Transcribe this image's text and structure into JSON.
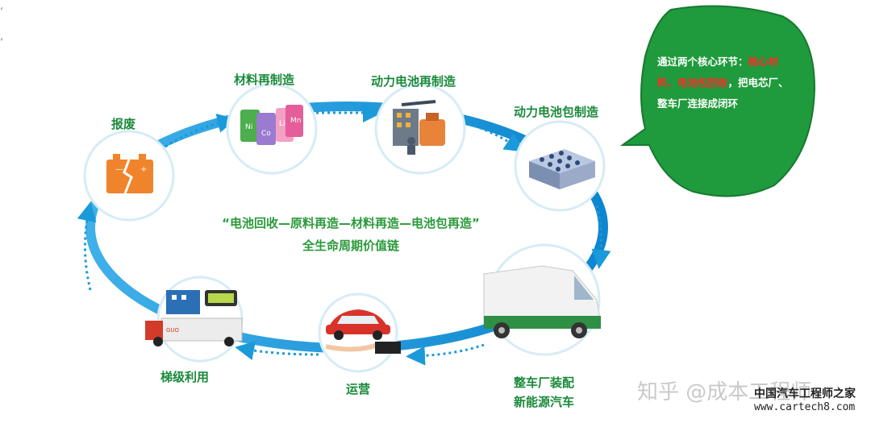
{
  "nodes": {
    "scrap": "报废",
    "material": "材料再制造",
    "cell": "动力电池再制造",
    "pack": "动力电池包制造",
    "oem_line1": "整车厂装配",
    "oem_line2": "新能源汽车",
    "operation": "运营",
    "cascade": "梯级利用"
  },
  "center": {
    "line1": "“电池回收—原料再造—材料再造—电池包再造”",
    "line2": "全生命周期价值链"
  },
  "bubble": {
    "part1": "通过两个核心环节：",
    "red": "核心材料、电池包回收",
    "part2": "，把电芯厂、整车厂连接成闭环"
  },
  "battery_symbols": {
    "ni": "Ni",
    "co": "Co",
    "li": "Li",
    "mn": "Mn"
  },
  "truck_logo": "GUO",
  "watermark": {
    "zhihu": "知乎 @成本工程师",
    "site_cn": "中国汽车工程师之家",
    "site_url": "www.cartech8.com"
  },
  "colors": {
    "ring": "#1a9ad9",
    "bubble": "#1f9a3c",
    "label": "#1a8a3a"
  }
}
